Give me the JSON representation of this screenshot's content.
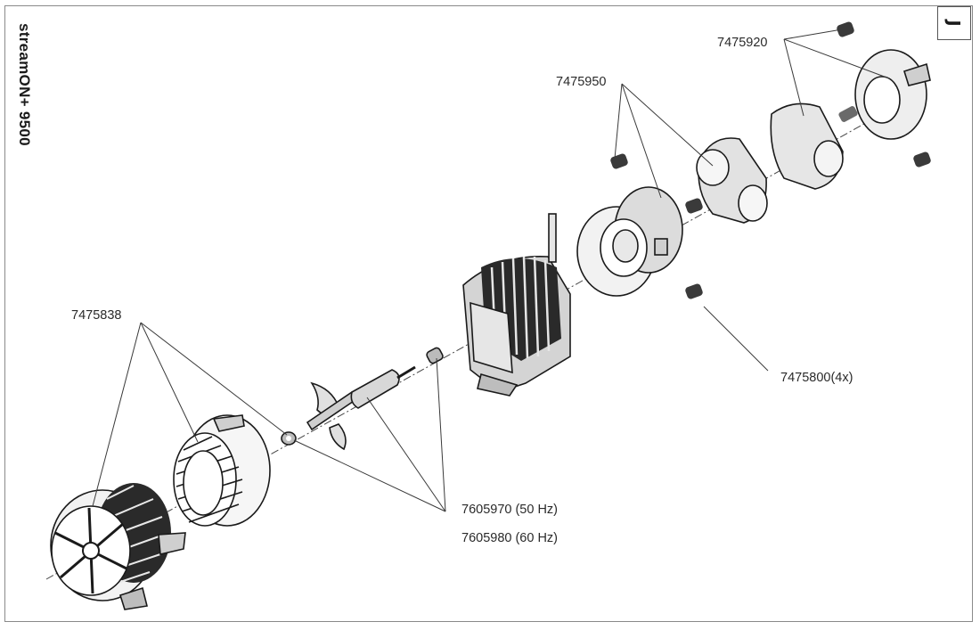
{
  "title": "streamON+ 9500",
  "section_letter": "J",
  "parts": [
    {
      "number": "7475920"
    },
    {
      "number": "7475950"
    },
    {
      "number": "7475838"
    },
    {
      "number": "7475800(4x)"
    },
    {
      "number": "7605970 (50 Hz)"
    },
    {
      "number": "7605980 (60 Hz)"
    }
  ],
  "colors": {
    "line": "#3a3a3a",
    "part_fill": "#d8d8d8",
    "part_dark": "#1a1a1a",
    "frame": "#8a8a8a"
  }
}
